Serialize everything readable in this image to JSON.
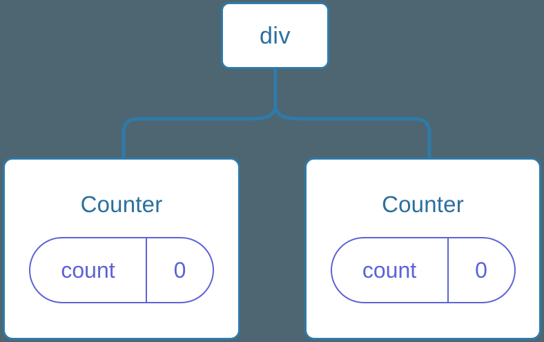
{
  "colors": {
    "background": "#4d6672",
    "node_border": "#2f7aa8",
    "node_fill": "#ffffff",
    "node_text": "#2a6f9e",
    "connector": "#2f7aa8",
    "state_border": "#5c62d6",
    "state_text": "#5c62d6"
  },
  "tree": {
    "root": {
      "label": "div"
    },
    "children": [
      {
        "title": "Counter",
        "state": {
          "key": "count",
          "value": "0"
        }
      },
      {
        "title": "Counter",
        "state": {
          "key": "count",
          "value": "0"
        }
      }
    ]
  }
}
